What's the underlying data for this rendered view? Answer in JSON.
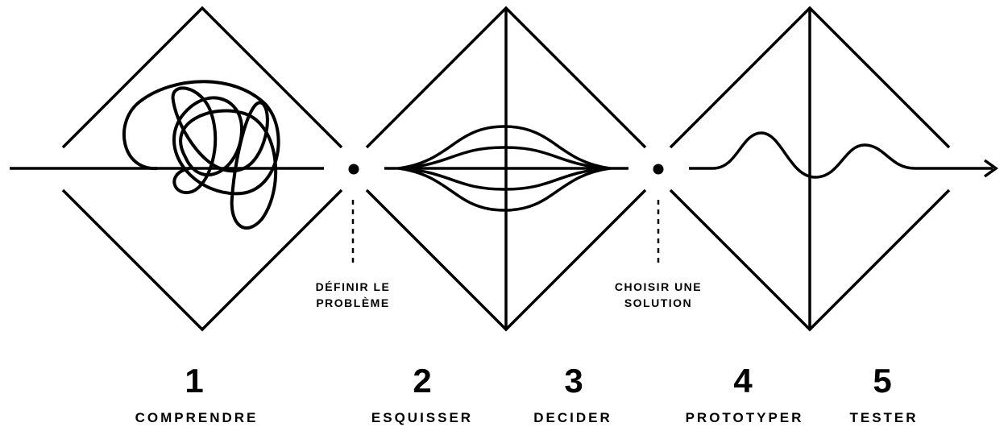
{
  "diagram": {
    "stroke_color": "#000000",
    "background": "#ffffff",
    "milestones": [
      {
        "lines": [
          "DÉFINIR LE",
          "PROBLÈME"
        ]
      },
      {
        "lines": [
          "CHOISIR UNE",
          "SOLUTION"
        ]
      }
    ],
    "steps": [
      {
        "number": "1",
        "label": "COMPRENDRE"
      },
      {
        "number": "2",
        "label": "ESQUISSER"
      },
      {
        "number": "3",
        "label": "DECIDER"
      },
      {
        "number": "4",
        "label": "PROTOTYPER"
      },
      {
        "number": "5",
        "label": "TESTER"
      }
    ]
  }
}
